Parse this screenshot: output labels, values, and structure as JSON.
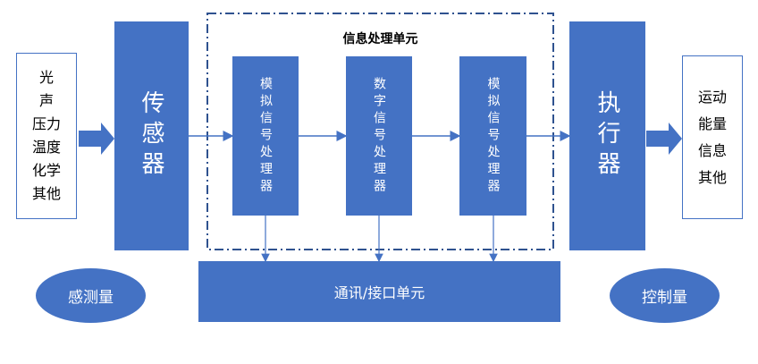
{
  "colors": {
    "primary": "#4472c4",
    "frame": "#2f528f"
  },
  "inputs": {
    "lines": [
      "光",
      "声",
      "压力",
      "温度",
      "化学",
      "其他"
    ]
  },
  "sensor": {
    "label": "传感器"
  },
  "info_unit": {
    "title": "信息处理单元"
  },
  "processors": [
    {
      "label": "模拟信号处理器"
    },
    {
      "label": "数字信号处理器"
    },
    {
      "label": "模拟信号处理器"
    }
  ],
  "actuator": {
    "label": "执行器"
  },
  "outputs": {
    "lines": [
      "运动",
      "能量",
      "信息",
      "其他"
    ]
  },
  "comm_unit": {
    "label": "通讯/接口单元"
  },
  "sensed": {
    "label": "感测量"
  },
  "control": {
    "label": "控制量"
  }
}
